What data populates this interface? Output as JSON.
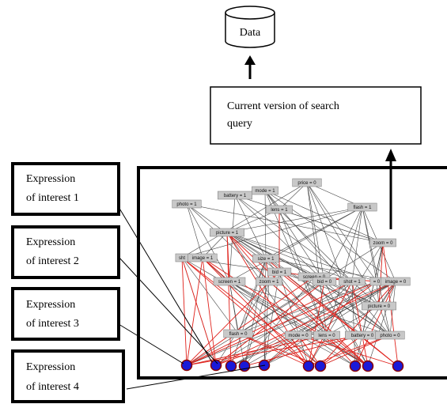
{
  "datastore": {
    "label": "Data"
  },
  "query_box": {
    "line1": "Current version of search",
    "line2": "query"
  },
  "interest_boxes": [
    {
      "line1": "Expression",
      "line2": "of interest 1"
    },
    {
      "line1": "Expression",
      "line2": "of interest 2"
    },
    {
      "line1": "Expression",
      "line2": "of interest 3"
    },
    {
      "line1": "Expression",
      "line2": "of interest 4"
    }
  ],
  "graph": {
    "colors": {
      "edge_black": "#444444",
      "edge_red": "#e0201a",
      "node_fill": "#c8c8c8",
      "leaf": "#1a1ad8",
      "leaf_edge": "#8a0000"
    },
    "nodes": [
      "price = 0",
      "mode = 1",
      "battery = 1",
      "photo = 1",
      "lens = 1",
      "flash = 1",
      "picture = 1",
      "size = 1",
      "sht",
      "image = 1",
      "bid = 1",
      "screen = 0",
      "zoom = 0",
      "screen = 1",
      "zoom = 1",
      "bid = 0",
      "shot = 1",
      "= 0",
      "image = 0",
      "picture = 0",
      "flash = 0",
      "mode = 0",
      "lens = 0",
      "battery = 0",
      "photo = 0"
    ]
  }
}
